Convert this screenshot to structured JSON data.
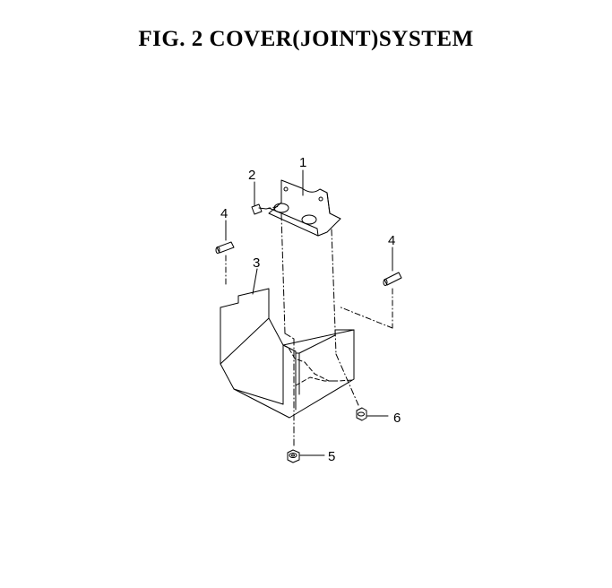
{
  "figure": {
    "title": "FIG. 2  COVER(JOINT)SYSTEM"
  },
  "callouts": {
    "c1": "1",
    "c2": "2",
    "c3": "3",
    "c4_left": "4",
    "c4_right": "4",
    "c5": "5",
    "c6": "6"
  }
}
